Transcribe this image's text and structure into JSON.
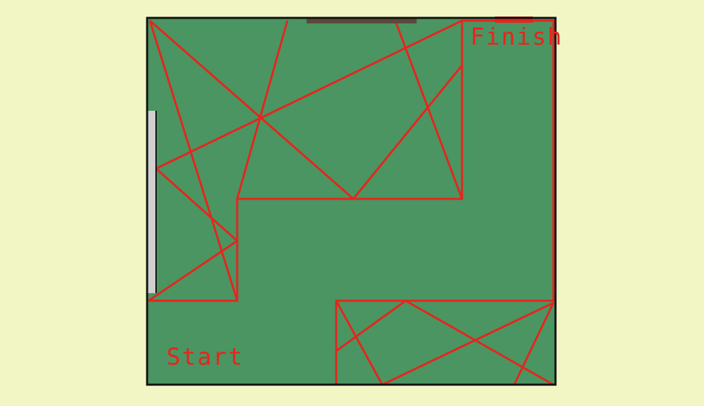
{
  "colors": {
    "background": "#f1f6c4",
    "field": "#4a9562",
    "field_border": "#111111",
    "path": "#e8241c",
    "left_gate": "#d0d0d0",
    "top_gate": "#5a4a3a",
    "finish_marker": "#e8241c",
    "label": "#e8241c"
  },
  "labels": {
    "start": "Start",
    "finish": "Finish"
  },
  "icons": {
    "left_gate": "gate-bar",
    "top_gate": "gate-bar",
    "finish_marker": "goal-bar"
  }
}
